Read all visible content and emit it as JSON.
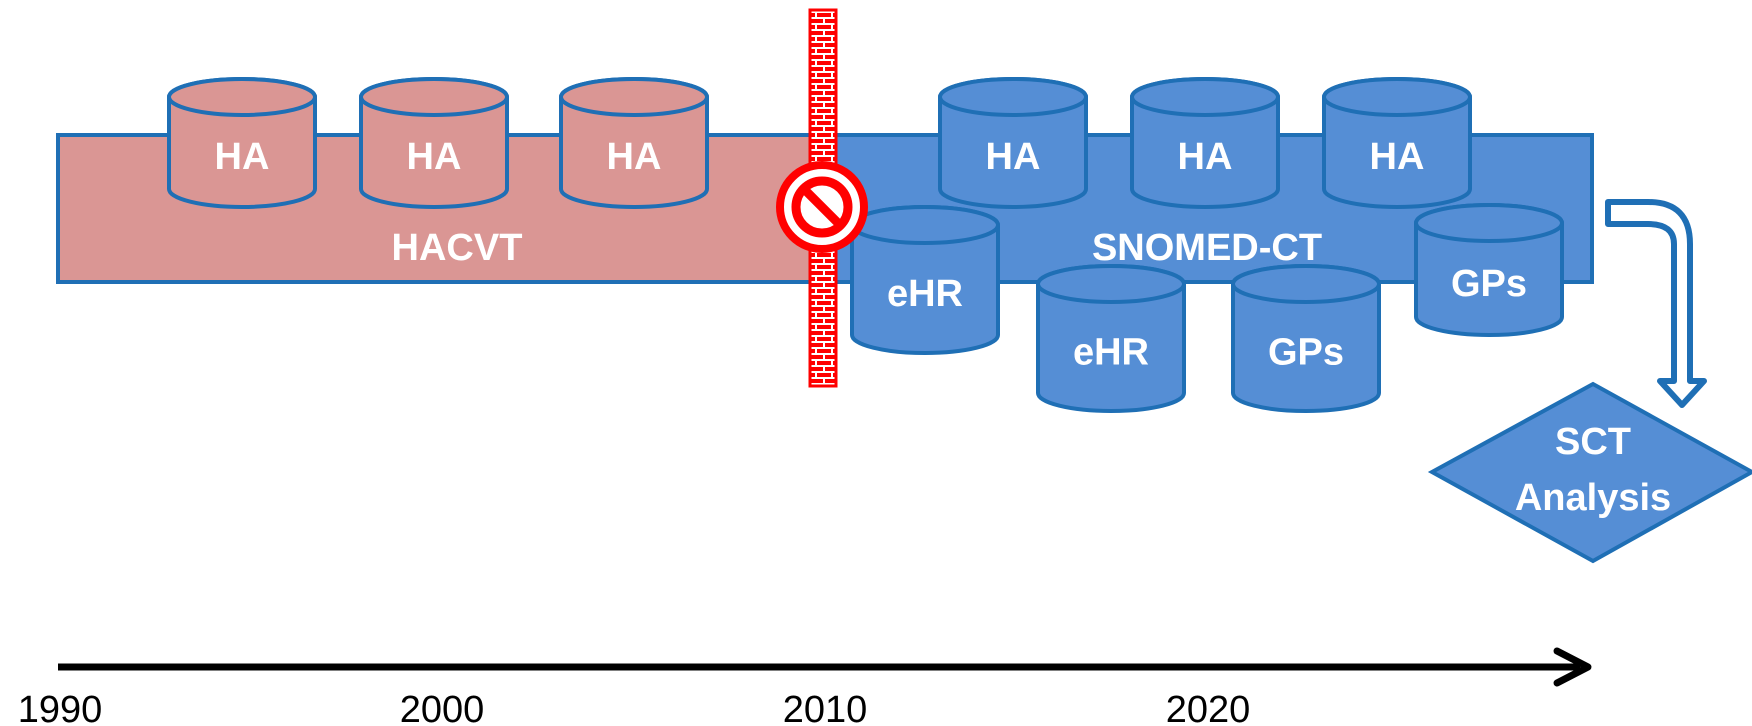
{
  "legacy_block": {
    "label": "HACVT",
    "color": "#DA9694"
  },
  "snomed_block": {
    "label": "SNOMED-CT",
    "color": "#558ED5"
  },
  "stroke_color": "#1F6FB5",
  "databases": [
    {
      "id": "ha1",
      "label": "HA",
      "system": "legacy"
    },
    {
      "id": "ha2",
      "label": "HA",
      "system": "legacy"
    },
    {
      "id": "ha3",
      "label": "HA",
      "system": "legacy"
    },
    {
      "id": "ha4",
      "label": "HA",
      "system": "snomed"
    },
    {
      "id": "ha5",
      "label": "HA",
      "system": "snomed"
    },
    {
      "id": "ha6",
      "label": "HA",
      "system": "snomed"
    },
    {
      "id": "ehr1",
      "label": "eHR",
      "system": "snomed"
    },
    {
      "id": "ehr2",
      "label": "eHR",
      "system": "snomed"
    },
    {
      "id": "gps1",
      "label": "GPs",
      "system": "snomed"
    },
    {
      "id": "gps2",
      "label": "GPs",
      "system": "snomed"
    }
  ],
  "barrier": {
    "icon": "firewall-icon",
    "badge_icon": "no-entry-icon",
    "color": "#FF0000"
  },
  "flow_arrow": {
    "icon": "bent-arrow-icon"
  },
  "analysis": {
    "line1": "SCT",
    "line2": "Analysis"
  },
  "timeline": {
    "years": [
      "1990",
      "2000",
      "2010",
      "2020"
    ]
  }
}
